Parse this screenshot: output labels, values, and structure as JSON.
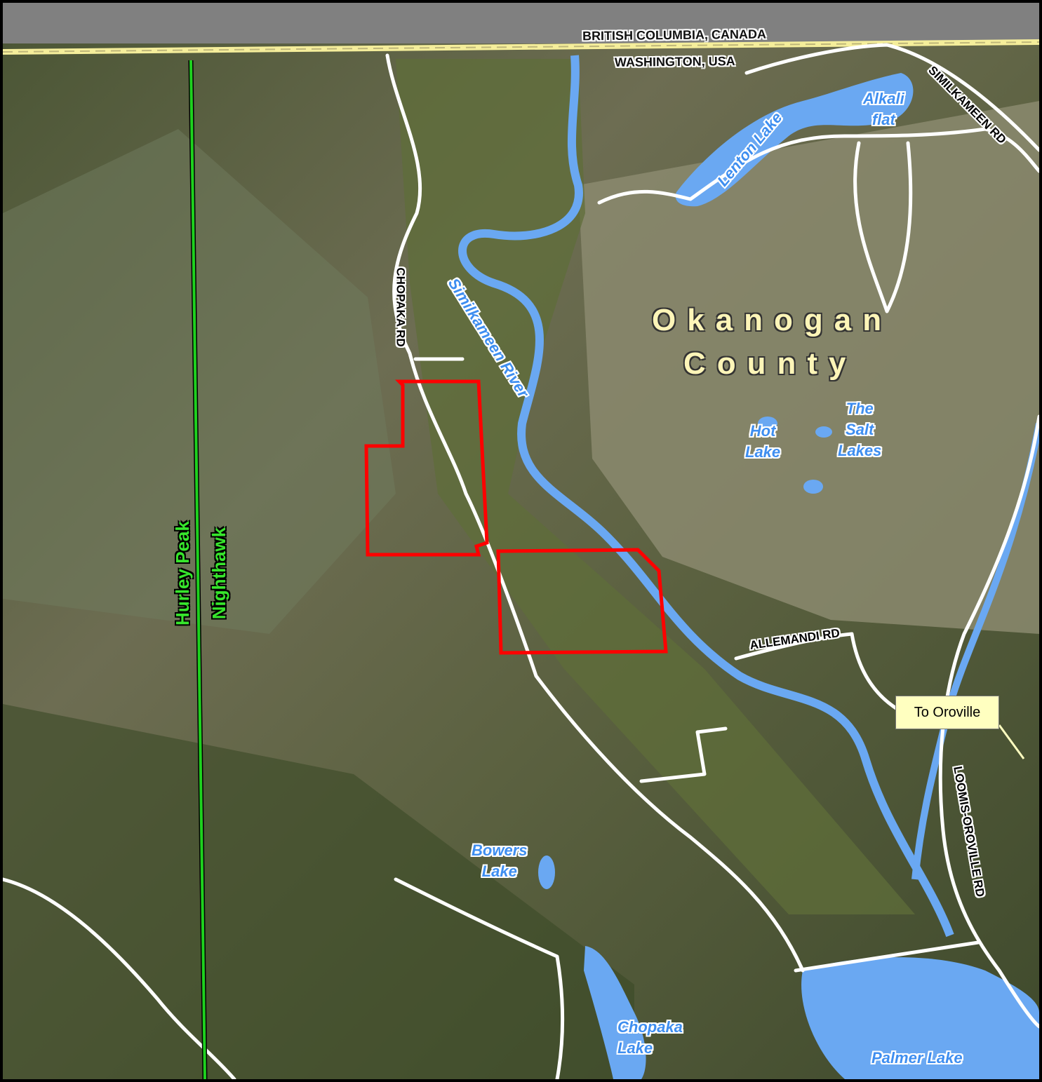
{
  "colors": {
    "water": "#6aa8f2",
    "road": "#ffffff",
    "property_boundary": "#ff0000",
    "wilderness_line": "#1ed11e",
    "terrain_dark": "#3d4a2a",
    "terrain_light": "#8a8a6c",
    "canada_fill": "#808080"
  },
  "border": {
    "canada": "BRITISH COLUMBIA, CANADA",
    "usa": "WASHINGTON, USA"
  },
  "county": {
    "line1": "Okanogan",
    "line2": "County"
  },
  "wilderness": {
    "west": "Hurley Peak",
    "east": "Nighthawk"
  },
  "water": {
    "river": "Similkameen River",
    "lenton": "Lenton Lake",
    "alkali_1": "Alkali",
    "alkali_2": "flat",
    "hot_1": "Hot",
    "hot_2": "Lake",
    "salt_1": "The",
    "salt_2": "Salt",
    "salt_3": "Lakes",
    "bowers_1": "Bowers",
    "bowers_2": "Lake",
    "chopaka_1": "Chopaka",
    "chopaka_2": "Lake",
    "palmer": "Palmer Lake"
  },
  "roads": {
    "chopaka": "CHOPAKA RD",
    "similkameen": "SIMILKAMEEN RD",
    "allemandi": "ALLEMANDI RD",
    "loomis": "LOOMIS-OROVILLE RD"
  },
  "callout": {
    "text": "To Oroville"
  }
}
